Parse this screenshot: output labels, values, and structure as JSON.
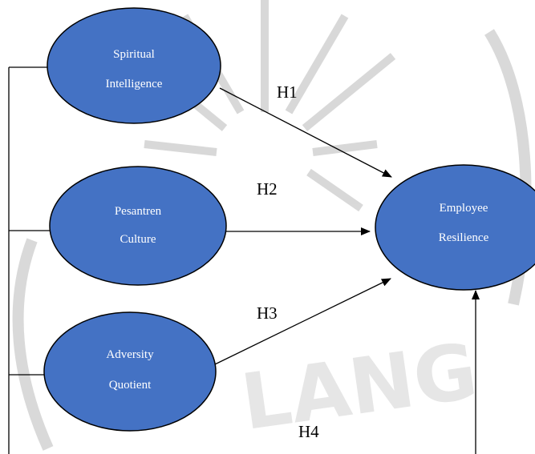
{
  "nodes": {
    "spiritual_intelligence": {
      "line1": "Spiritual",
      "line2": "Intelligence"
    },
    "pesantren_culture": {
      "line1": "Pesantren",
      "line2": "Culture"
    },
    "adversity_quotient": {
      "line1": "Adversity",
      "line2": "Quotient"
    },
    "employee_resilience": {
      "line1": "Employee",
      "line2": "Resilience"
    }
  },
  "hypotheses": {
    "h1": "H1",
    "h2": "H2",
    "h3": "H3",
    "h4": "H4"
  },
  "watermark": {
    "text": "LANG"
  },
  "colors": {
    "node_fill": "#4472C4",
    "node_stroke": "#000000",
    "arrow": "#000000",
    "watermark": "#c8c8c8"
  }
}
